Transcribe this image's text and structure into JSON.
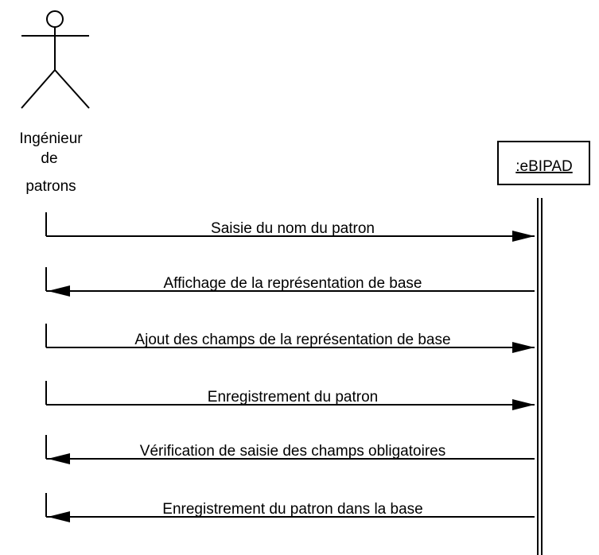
{
  "actor": {
    "name_lines": [
      "Ingénieur",
      "de",
      "patrons"
    ]
  },
  "object": {
    "name": ":eBIPAD"
  },
  "messages": [
    {
      "label": "Saisie du nom du patron",
      "direction": "to_object"
    },
    {
      "label": "Affichage de la représentation de base",
      "direction": "to_actor"
    },
    {
      "label": "Ajout des champs de la représentation de base",
      "direction": "to_object"
    },
    {
      "label": "Enregistrement du patron",
      "direction": "to_object"
    },
    {
      "label": "Vérification de saisie des champs obligatoires",
      "direction": "to_actor"
    },
    {
      "label": "Enregistrement du patron dans la base",
      "direction": "to_actor"
    }
  ]
}
